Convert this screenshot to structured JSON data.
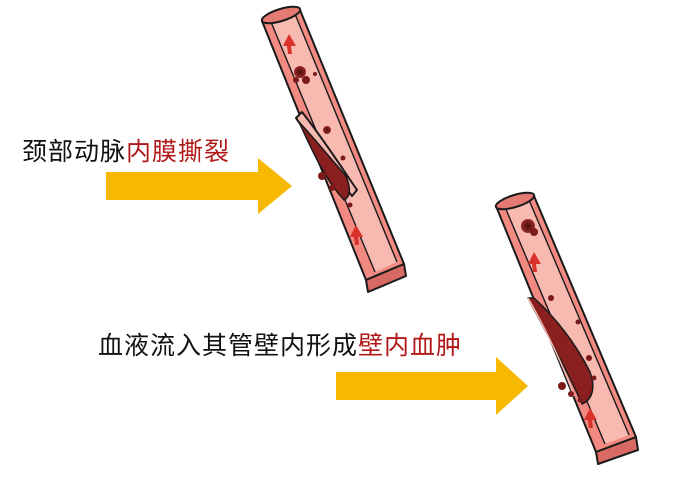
{
  "captions": {
    "tear": {
      "prefix": "颈部动脉",
      "highlight": "内膜撕裂"
    },
    "hematoma": {
      "prefix": "血液流入其管壁内形成",
      "highlight": "壁内血肿"
    }
  },
  "colors": {
    "vessel_wall": "#f28a82",
    "vessel_wall_dark": "#d96a63",
    "vessel_lumen": "#f8b9b1",
    "arrow_fill": "#f6b800",
    "blood_clot": "#7a1a1a",
    "flow_arrow": "#d8322a",
    "highlight_text": "#b01818"
  },
  "icons": [
    "flow-arrow-icon",
    "pointer-arrow-icon"
  ]
}
